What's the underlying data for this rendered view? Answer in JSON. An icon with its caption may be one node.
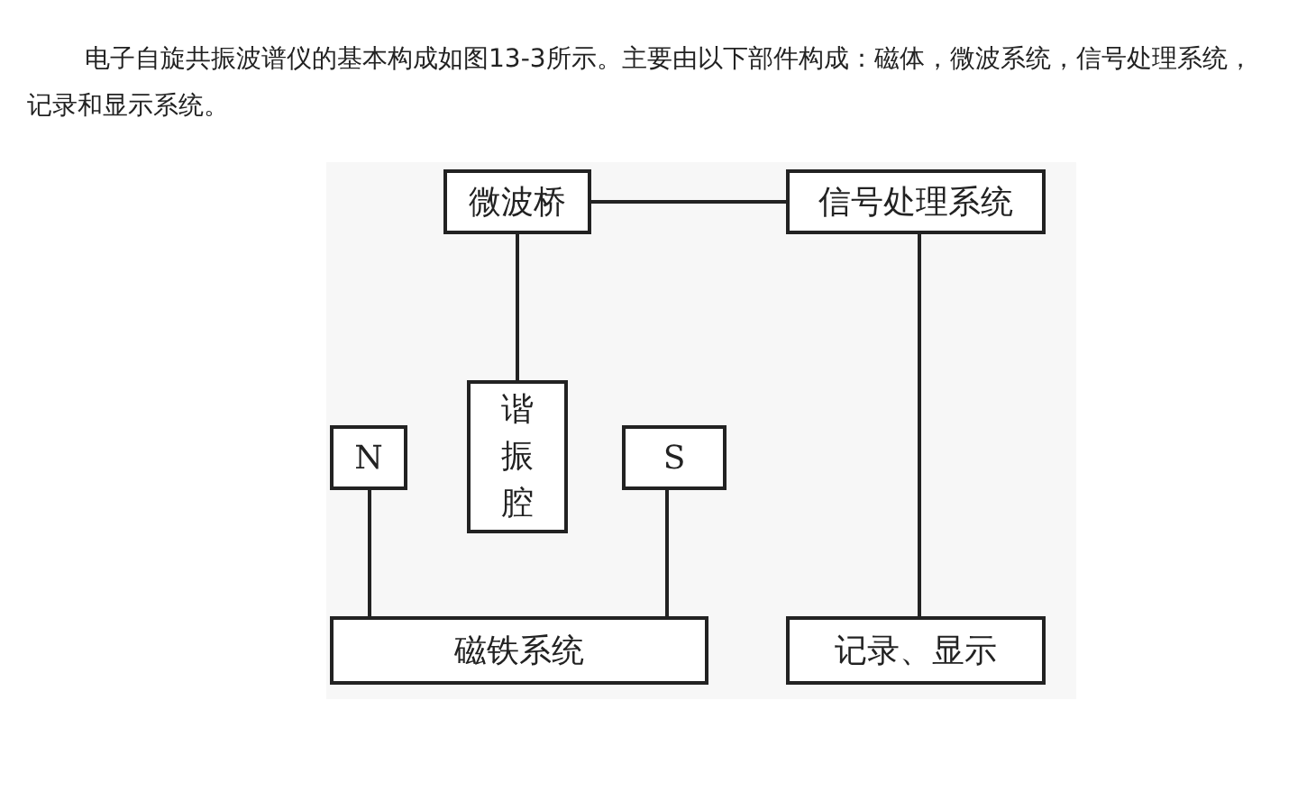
{
  "diagram": {
    "caption": "电子自旋共振波谱仪的基本构成如图13-3所示。主要由以下部件构成：磁体，微波系统，信号处理系统，记录和显示系统。",
    "nodes": [
      {
        "text": [
          "微波桥"
        ]
      },
      {
        "text": [
          "信号处理系统"
        ]
      },
      {
        "text": [
          "谐振腔"
        ]
      },
      {
        "text": [
          "N"
        ]
      },
      {
        "text": [
          "S"
        ]
      },
      {
        "text": [
          "磁铁系统"
        ]
      },
      {
        "text": [
          "记录、显示"
        ]
      }
    ],
    "edges": [
      {
        "from": 0,
        "to": 1,
        "arrow": "none"
      },
      {
        "from": 0,
        "to": 2,
        "arrow": "none"
      },
      {
        "from": 3,
        "to": 5,
        "arrow": "none"
      },
      {
        "from": 4,
        "to": 5,
        "arrow": "none"
      },
      {
        "from": 1,
        "to": 6,
        "arrow": "none"
      }
    ]
  }
}
